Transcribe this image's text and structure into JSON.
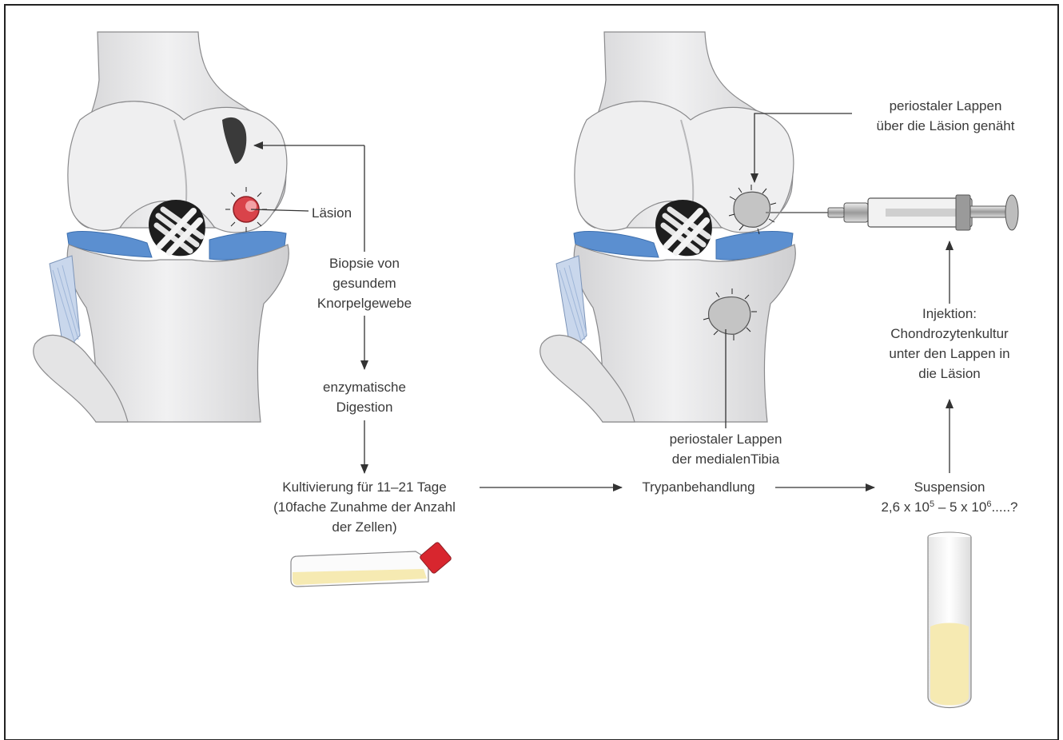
{
  "labels": {
    "lesion": "Läsion",
    "biopsy": [
      "Biopsie von",
      "gesundem",
      "Knorpelgewebe"
    ],
    "digestion": [
      "enzymatische",
      "Digestion"
    ],
    "cultivation": [
      "Kultivierung für 11–21 Tage",
      "(10fache Zunahme der Anzahl",
      "der Zellen)"
    ],
    "trypsin": "Trypanbehandlung",
    "suspension_title": "Suspension",
    "suspension_range": {
      "from_mantissa": "2,6 x 10",
      "from_exp": "5",
      "separator": " – 5 x 10",
      "to_exp": "6",
      "suffix": ".....?"
    },
    "injection": [
      "Injektion:",
      "Chondrozytenkultur",
      "unter den Lappen in",
      "die Läsion"
    ],
    "periosteal_flap_sutured": [
      "periostaler Lappen",
      "über die Läsion genäht"
    ],
    "periosteal_flap_tibia": [
      "periostaler Lappen",
      "der medialenTibia"
    ]
  },
  "colors": {
    "bone": "#e9e9ea",
    "bone_shadow": "#c9c9cb",
    "bone_outline": "#8a8a8c",
    "meniscus": "#5b8fd0",
    "meniscus_light": "#a9c6ea",
    "lesion": "#d9434a",
    "flap": "#c4c4c4",
    "arrow": "#333333",
    "culture_medium": "#f6eab2",
    "flask_cap": "#d8262e"
  },
  "icons": [
    "knee-joint-icon",
    "culture-flask-icon",
    "syringe-icon",
    "test-tube-icon"
  ]
}
